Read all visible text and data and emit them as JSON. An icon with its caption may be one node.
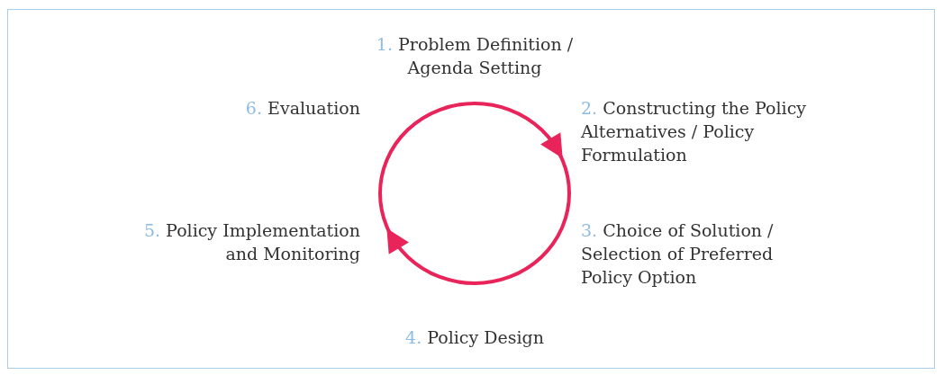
{
  "diagram": {
    "labels": [
      "1. Problem Definition / Agenda Setting",
      "6. Evaluation",
      "2. Constructing the Policy Alternatives / Policy Formulation",
      "5. Policy Implementation and Monitoring",
      "3. Choice of Solution / Selection of Preferred Policy Option",
      "4. Policy Design"
    ]
  }
}
